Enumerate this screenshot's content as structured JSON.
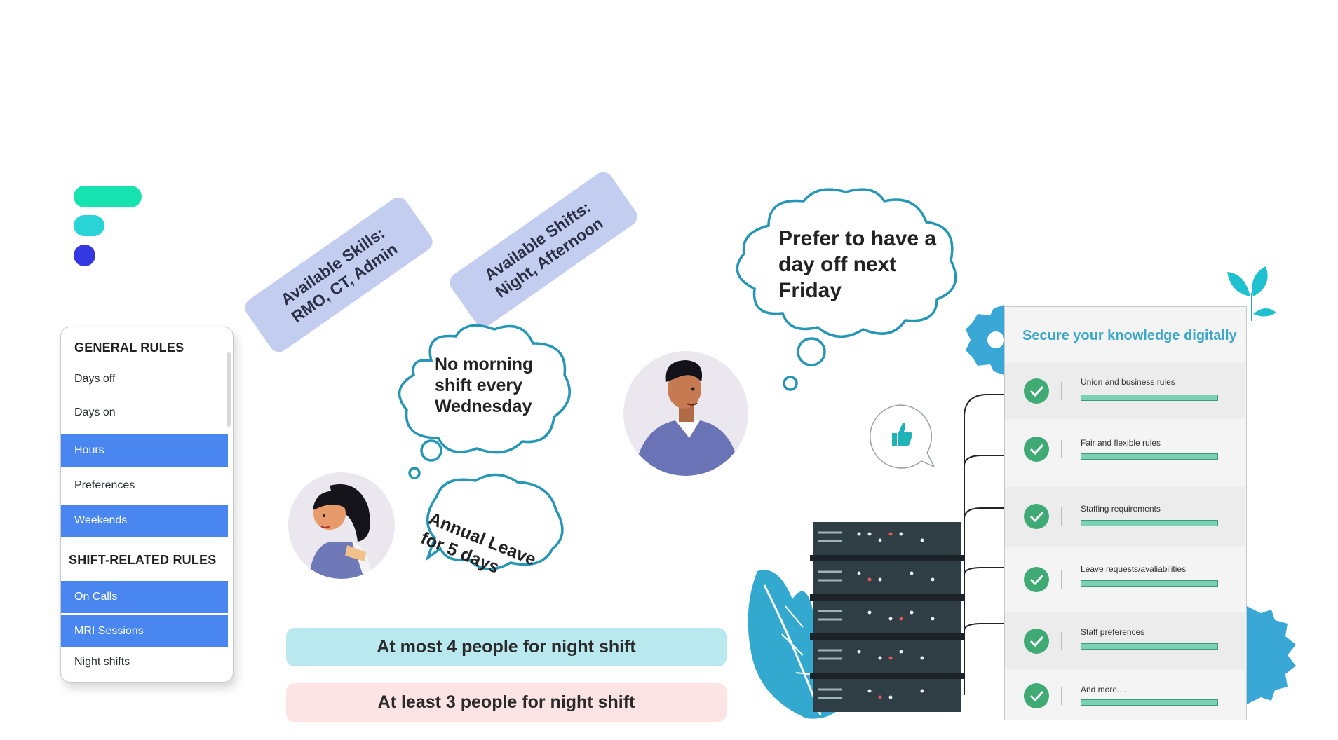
{
  "rules_panel": {
    "general_heading": "GENERAL RULES",
    "general_items": [
      {
        "label": "Days off",
        "highlighted": false
      },
      {
        "label": "Days on",
        "highlighted": false
      },
      {
        "label": "Hours",
        "highlighted": true
      },
      {
        "label": "Preferences",
        "highlighted": false
      },
      {
        "label": "Weekends",
        "highlighted": true
      }
    ],
    "shift_heading": "SHIFT-RELATED RULES",
    "shift_items": [
      {
        "label": "On Calls",
        "highlighted": true
      },
      {
        "label": "MRI Sessions",
        "highlighted": true
      },
      {
        "label": "Night shifts",
        "highlighted": false
      }
    ]
  },
  "tags": {
    "skills_line1": "Available Skills:",
    "skills_line2": "RMO, CT, Admin",
    "shifts_line1": "Available Shifts:",
    "shifts_line2": "Night, Afternoon"
  },
  "bubbles": {
    "no_morning": [
      "No morning",
      "shift every",
      "Wednesday"
    ],
    "annual_leave": [
      "Annual Leave",
      "for 5 days"
    ],
    "day_off": [
      "Prefer to have a",
      "day off next",
      "Friday"
    ]
  },
  "constraints": {
    "night_max": "At most 4 people for night shift",
    "night_min": "At least 3 people for night shift"
  },
  "checklist": {
    "title": "Secure your knowledge digitally",
    "items": [
      "Union and business rules",
      "Fair and flexible rules",
      "Staffing requirements",
      "Leave requests/avaliabilities",
      "Staff preferences",
      "And more...."
    ]
  },
  "colors": {
    "accent_blue": "#4a86f0",
    "logo_green": "#16e3b0",
    "logo_cyan": "#2ad3d6",
    "logo_indigo": "#3338e3",
    "bubble_stroke": "#2596b5",
    "check_green": "#3faa74",
    "title_blue": "#3ba7cb"
  }
}
